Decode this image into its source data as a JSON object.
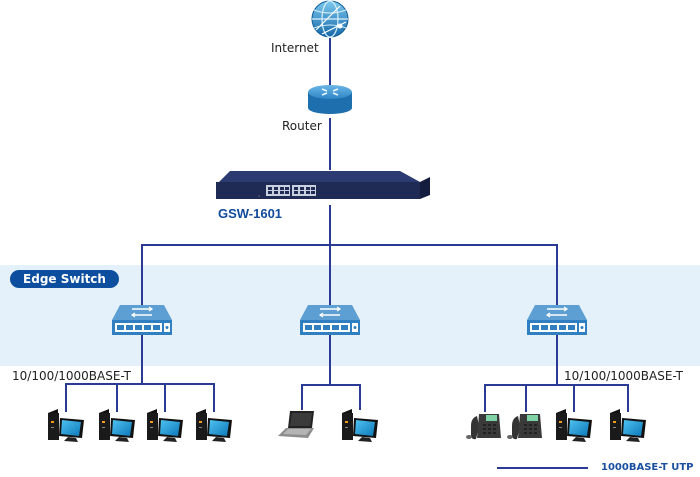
{
  "nodes": {
    "internet": {
      "label": "Internet"
    },
    "router": {
      "label": "Router"
    },
    "core_switch": {
      "label": "GSW-1601"
    }
  },
  "zones": {
    "edge": {
      "label": "Edge Switch"
    }
  },
  "port_labels": {
    "left": "10/100/1000BASE-T",
    "right": "10/100/1000BASE-T"
  },
  "edge_switches": [
    {
      "name": "edge-switch-left",
      "devices": [
        "desktop-pc",
        "desktop-pc",
        "desktop-pc",
        "desktop-pc"
      ]
    },
    {
      "name": "edge-switch-center",
      "devices": [
        "laptop",
        "desktop-pc"
      ]
    },
    {
      "name": "edge-switch-right",
      "devices": [
        "ip-phone",
        "ip-phone",
        "desktop-pc",
        "desktop-pc"
      ]
    }
  ],
  "legend": {
    "line_label": "1000BASE-T UTP",
    "line_color": "#2b3a94"
  },
  "colors": {
    "link": "#2b3a94",
    "band": "#e4f1fb",
    "pill": "#0d4f9e",
    "switch_blue": "#2f7fc1",
    "core_switch": "#1f2a55"
  }
}
